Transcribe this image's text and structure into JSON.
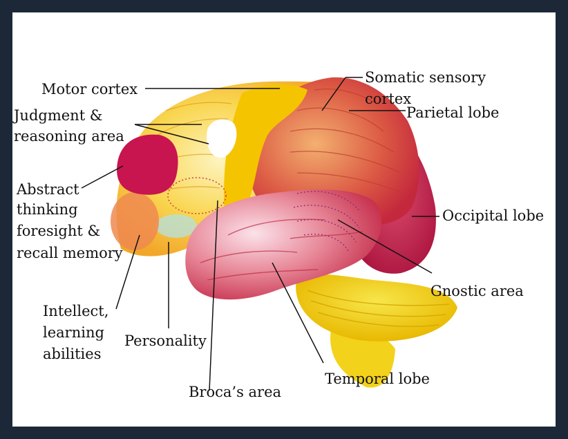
{
  "labels": {
    "motor_cortex": "Motor cortex",
    "judgment_line1": "Judgment &",
    "judgment_line2": "reasoning area",
    "abstract_line1": "Abstract",
    "abstract_line2": "thinking",
    "abstract_line3": "foresight &",
    "abstract_line4": "recall memory",
    "intellect_line1": "Intellect,",
    "intellect_line2": "learning",
    "intellect_line3": "abilities",
    "personality": "Personality",
    "brocas_area": "Broca’s area",
    "temporal_lobe": "Temporal lobe",
    "gnostic_area": "Gnostic area",
    "occipital_lobe": "Occipital lobe",
    "parietal_lobe": "Parietal lobe",
    "somatic_line1": "Somatic sensory",
    "somatic_line2": "cortex"
  },
  "colors": {
    "frame": "#1c2837",
    "background": "#ffffff",
    "frontal": "#f7c62a",
    "motor_strip": "#f5c400",
    "parietal": "#d94a40",
    "occipital": "#c2204a",
    "temporal": "#d13a4e",
    "abstract_region": "#c8144f",
    "cerebellum": "#f3d20a",
    "brainstem": "#f0d020",
    "leader_line": "#111111"
  }
}
